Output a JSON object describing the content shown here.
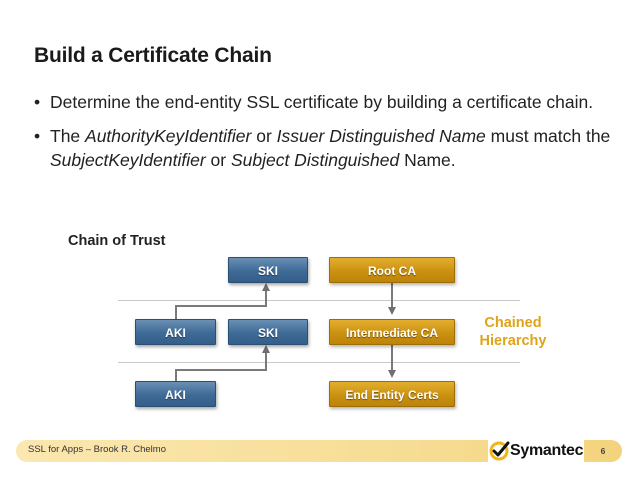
{
  "slide": {
    "title": "Build a Certificate Chain",
    "bullet_marker": "•",
    "bullet1": "Determine the end-entity SSL certificate by building a certificate chain.",
    "bullet2": {
      "p1": "The ",
      "i1": "AuthorityKeyIdentifier",
      "p2": " or ",
      "i2": "Issuer Distinguished Name",
      "p3": " must match the ",
      "i3": "SubjectKeyIdentifier",
      "p4": " or ",
      "i4": "Subject Distinguished",
      "p5": " Name."
    }
  },
  "diagram": {
    "caption": "Chain of Trust",
    "ski_top": "SKI",
    "root_ca": "Root CA",
    "aki_mid": "AKI",
    "ski_mid": "SKI",
    "intermediate_ca": "Intermediate CA",
    "aki_bottom": "AKI",
    "end_entity": "End Entity Certs",
    "side_label_line1": "Chained",
    "side_label_line2": "Hierarchy"
  },
  "footer": {
    "text": "SSL for Apps – Brook R. Chelmo",
    "brand": "Symantec",
    "page_number": "6"
  },
  "colors": {
    "accent": "#e0a318",
    "box_blue": "#3e6a96",
    "box_gold": "#c98f0e"
  },
  "icons": [
    "checkmark-logo-icon",
    "arrow-up-icon",
    "arrow-down-icon"
  ]
}
